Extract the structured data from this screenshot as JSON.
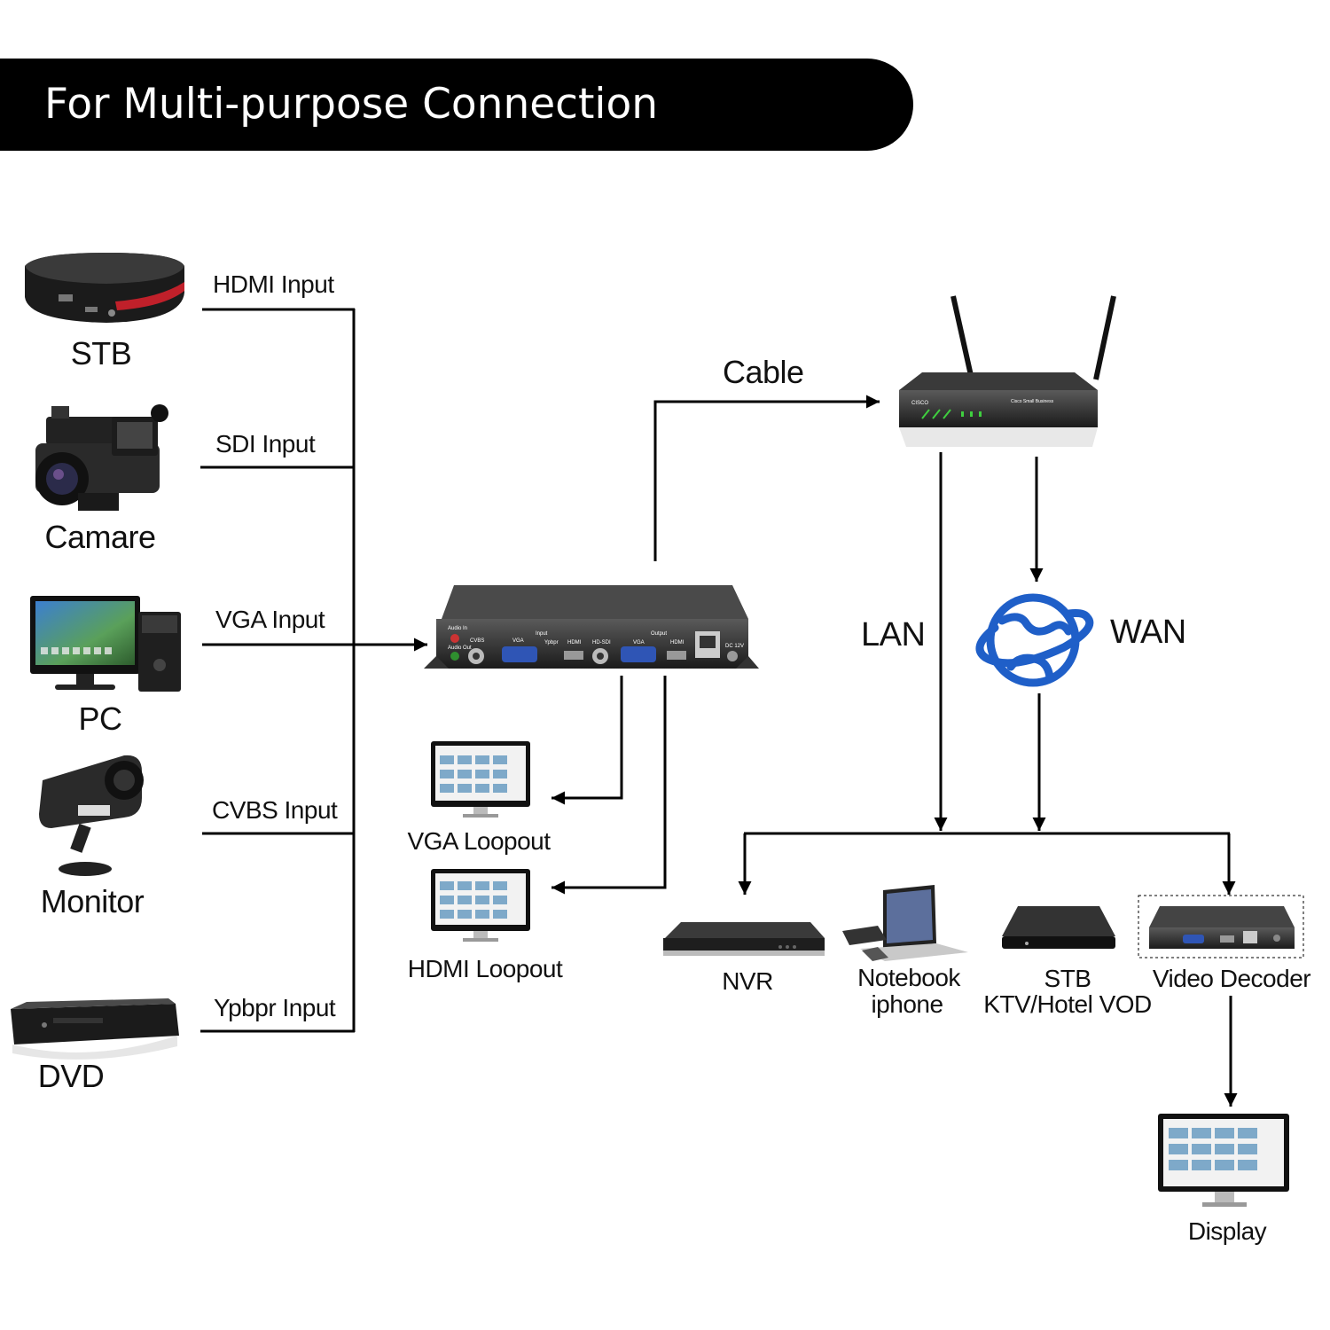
{
  "banner": {
    "title": "For Multi-purpose Connection"
  },
  "sources": [
    {
      "device": "STB",
      "port": "HDMI Input"
    },
    {
      "device": "Camare",
      "port": "SDI Input"
    },
    {
      "device": "PC",
      "port": "VGA Input"
    },
    {
      "device": "Monitor",
      "port": "CVBS Input"
    },
    {
      "device": "DVD",
      "port": "Ypbpr Input"
    }
  ],
  "encoder": {
    "front_labels": [
      "Audio In",
      "Audio Out",
      "CVBS",
      "VGA",
      "Input",
      "Ypbpr",
      "HDMI",
      "HD-SDI",
      "Output",
      "VGA",
      "HDMI",
      "DC 12V"
    ]
  },
  "loopouts": {
    "vga": "VGA Loopout",
    "hdmi": "HDMI Loopout"
  },
  "network": {
    "cable": "Cable",
    "lan": "LAN",
    "wan": "WAN",
    "router_brand": "CISCO",
    "router_model": "Cisco Small Business"
  },
  "destinations": {
    "nvr": "NVR",
    "notebook": "Notebook",
    "iphone": "iphone",
    "stb": "STB",
    "ktv": "KTV/Hotel VOD",
    "decoder": "Video Decoder",
    "display": "Display"
  },
  "colors": {
    "banner": "#000000",
    "globe": "#1f5fc8",
    "line": "#000000"
  },
  "icons": [
    "stb-icon",
    "camcorder-icon",
    "pc-icon",
    "cctv-camera-icon",
    "dvd-player-icon",
    "encoder-icon",
    "router-icon",
    "globe-icon",
    "monitor-icon",
    "nvr-icon",
    "laptop-icon",
    "stb-box-icon",
    "decoder-icon"
  ]
}
